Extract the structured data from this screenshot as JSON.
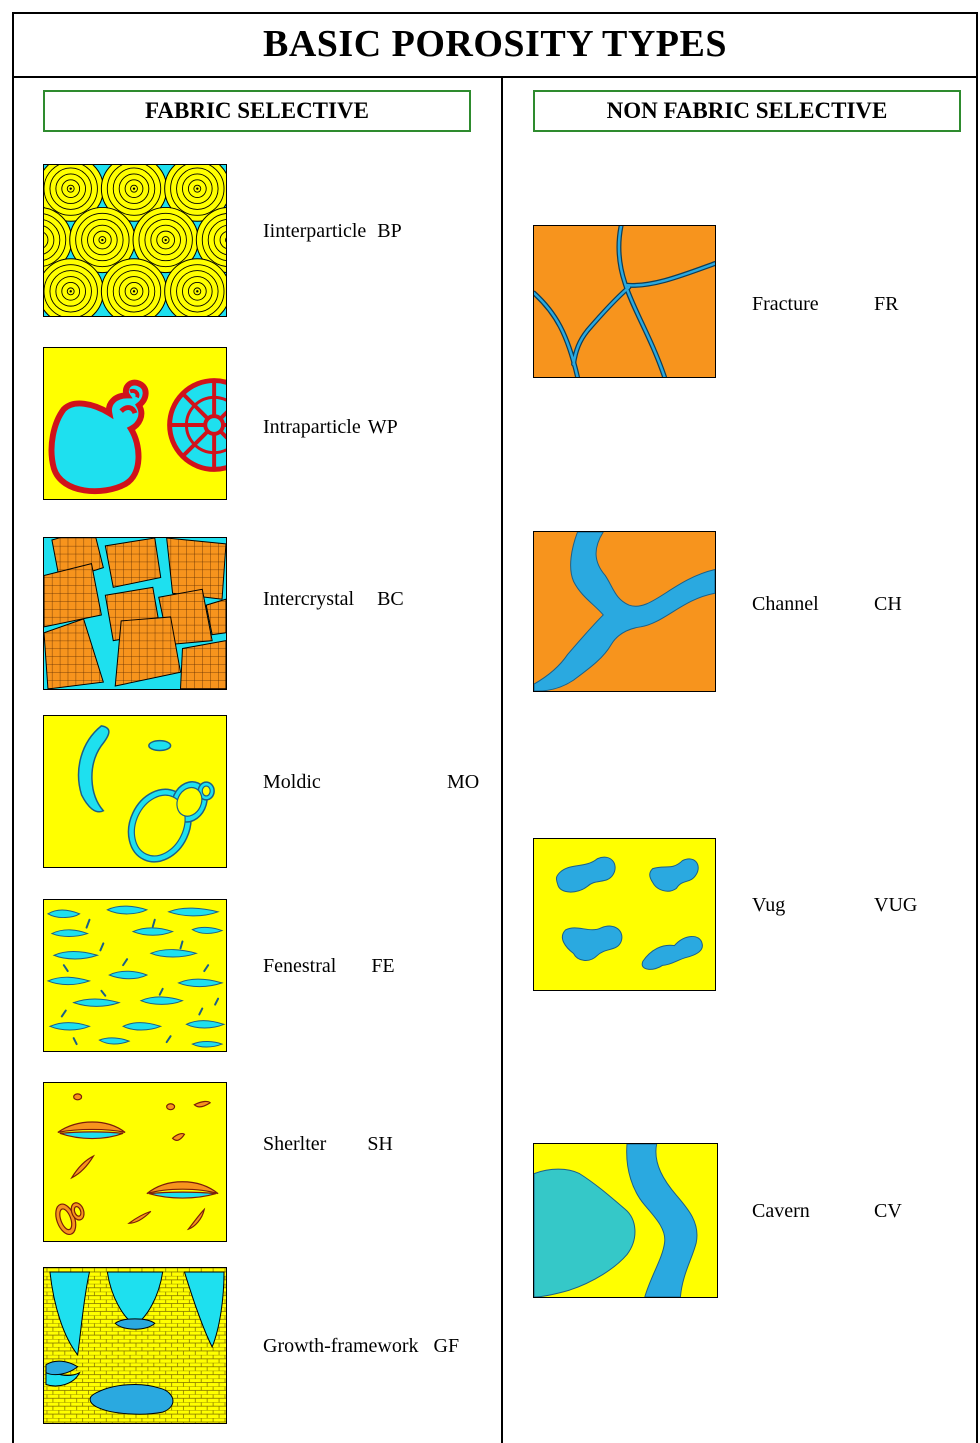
{
  "title": "BASIC POROSITY TYPES",
  "columns": {
    "left_header": "FABRIC SELECTIVE",
    "right_header": "NON FABRIC SELECTIVE"
  },
  "fabric_selective": [
    {
      "name": "Iinterparticle",
      "code": "BP"
    },
    {
      "name": "Intraparticle",
      "code": "WP"
    },
    {
      "name": "Intercrystal",
      "code": "BC"
    },
    {
      "name": "Moldic",
      "code": "MO"
    },
    {
      "name": "Fenestral",
      "code": "FE"
    },
    {
      "name": "Sherlter",
      "code": "SH"
    },
    {
      "name": "Growth-framework",
      "code": "GF"
    }
  ],
  "non_fabric_selective": [
    {
      "name": "Fracture",
      "code": "FR"
    },
    {
      "name": "Channel",
      "code": "CH"
    },
    {
      "name": "Vug",
      "code": "VUG"
    },
    {
      "name": "Cavern",
      "code": "CV"
    }
  ],
  "colors": {
    "yellow": "#ffff00",
    "cyan": "#1ee0ef",
    "orange": "#f7941d",
    "red": "#d0121b",
    "blue_pore": "#2aa9e0",
    "teal": "#35c8c8",
    "header_border": "#2e8b2e"
  }
}
